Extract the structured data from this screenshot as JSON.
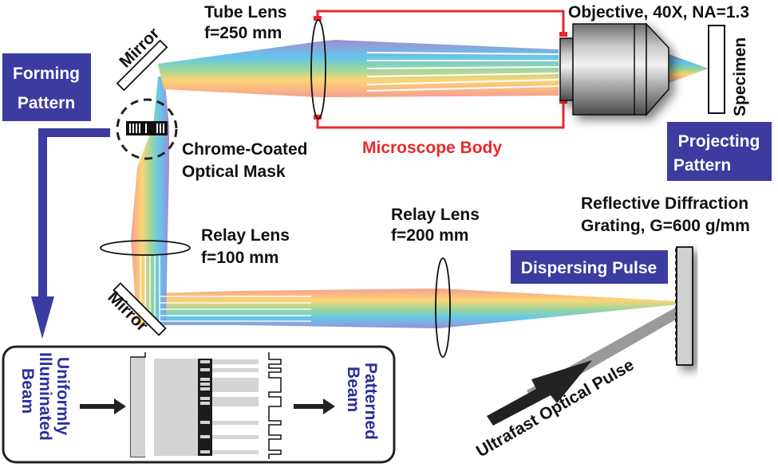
{
  "colors": {
    "label_bg": "#3b3ba0",
    "label_text": "#ffffff",
    "microscope_body": "#e8282d",
    "text": "#111111",
    "arrow_blue": "#3b3ba0",
    "inset_text": "#2e2e9c",
    "gray_beam": "#9a9a9a"
  },
  "labels": {
    "tube_lens": [
      "Tube Lens",
      "f=250 mm"
    ],
    "objective": "Objective, 40X, NA=1.3",
    "specimen": "Specimen",
    "mirror_top": "Mirror",
    "mirror_bottom": "Mirror",
    "mask": [
      "Chrome-Coated",
      "Optical Mask"
    ],
    "microscope_body": "Microscope Body",
    "relay_lens_1": [
      "Relay Lens",
      "f=100 mm"
    ],
    "relay_lens_2": [
      "Relay Lens",
      "f=200 mm"
    ],
    "grating": [
      "Reflective Diffraction",
      "Grating, G=600 g/mm"
    ],
    "ultrafast_pulse": "Ultrafast Optical Pulse"
  },
  "stage_boxes": {
    "forming": [
      "Forming",
      "Pattern"
    ],
    "projecting": [
      "Projecting",
      "Pattern"
    ],
    "dispersing": "Dispersing Pulse"
  },
  "inset": {
    "input": [
      "Uniformly",
      "Illuminated",
      "Beam"
    ],
    "output": [
      "Patterned",
      "Beam"
    ]
  }
}
